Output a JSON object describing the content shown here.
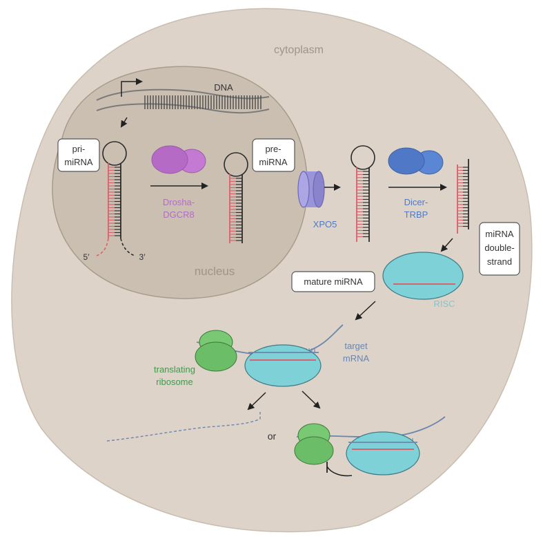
{
  "labels": {
    "cytoplasm": "cytoplasm",
    "nucleus": "nucleus",
    "dna": "DNA",
    "pri_mirna": [
      "pri-",
      "miRNA"
    ],
    "pre_mirna": [
      "pre-",
      "miRNA"
    ],
    "drosha_dgcr8": [
      "Drosha-",
      "DGCR8"
    ],
    "xpo5": "XPO5",
    "dicer_trbp": [
      "Dicer-",
      "TRBP"
    ],
    "mirna_double_strand": [
      "miRNA",
      "double-",
      "strand"
    ],
    "mature_mirna": "mature miRNA",
    "risc": "RISC",
    "target_mrna": [
      "target",
      "mRNA"
    ],
    "translating_ribosome": [
      "translating",
      "ribosome"
    ],
    "or": "or",
    "five_prime": "5′",
    "three_prime": "3′"
  },
  "colors": {
    "background": "#ffffff",
    "cell_fill": "#ddd3c8",
    "nucleus_fill": "#cbbfb1",
    "label_grey": "#9e948b",
    "drosha_purple": "#b56bc5",
    "dicer_blue": "#4f79c6",
    "xpo5_violet": "#9a94d9",
    "risc_cyan": "#7fd1d8",
    "risc_label": "#7cc8cf",
    "ribosome_green": "#6cbd68",
    "ribosome_label": "#3f9a4c",
    "mrna_blue": "#6a86ad",
    "mirna_red": "#d9606d",
    "strand_dark": "#2b2b2b"
  },
  "icons": [
    "dna-helix-icon",
    "transcription-start-arrow-icon",
    "drosha-complex-icon",
    "xpo5-channel-icon",
    "dicer-complex-icon",
    "risc-complex-icon",
    "ribosome-icon",
    "inhibition-bar-icon"
  ]
}
